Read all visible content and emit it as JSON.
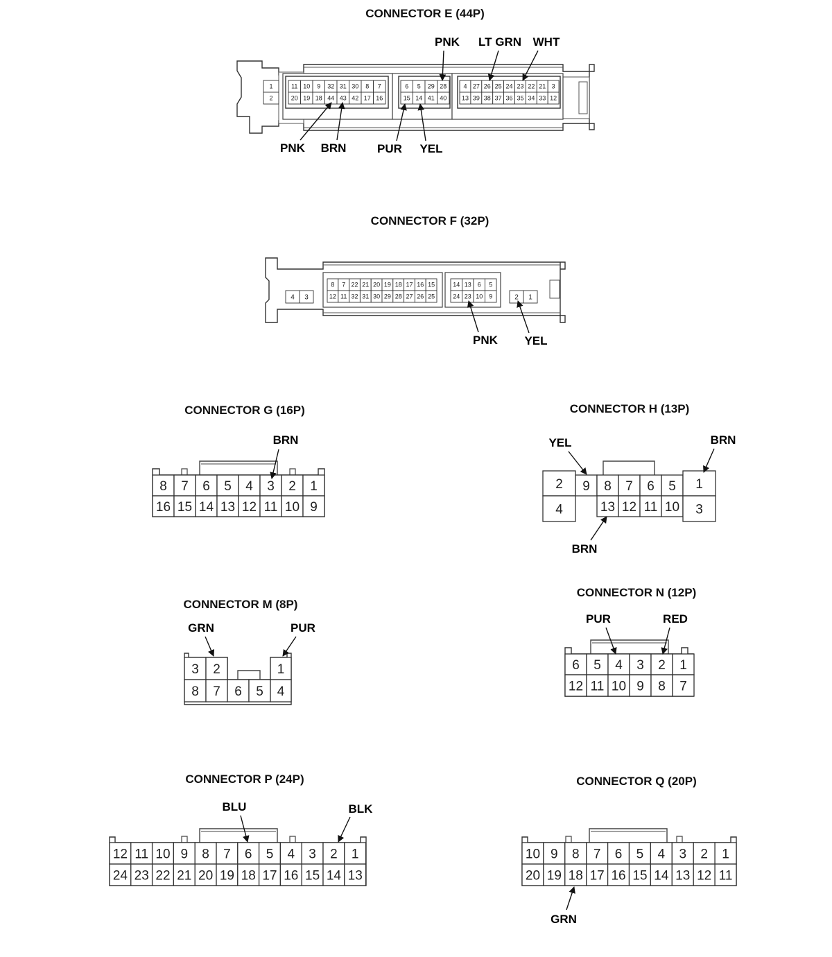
{
  "connectors": {
    "E": {
      "title": "CONNECTOR E (44P)",
      "side_pins": [
        "1",
        "2"
      ],
      "block1": {
        "top": [
          "11",
          "10",
          "9",
          "32",
          "31",
          "30",
          "8",
          "7"
        ],
        "bottom": [
          "20",
          "19",
          "18",
          "44",
          "43",
          "42",
          "17",
          "16"
        ]
      },
      "block2": {
        "top": [
          "6",
          "5",
          "29",
          "28"
        ],
        "bottom": [
          "15",
          "14",
          "41",
          "40"
        ]
      },
      "block3": {
        "top": [
          "4",
          "27",
          "26",
          "25",
          "24",
          "23",
          "22",
          "21",
          "3"
        ],
        "bottom": [
          "13",
          "39",
          "38",
          "37",
          "36",
          "35",
          "34",
          "33",
          "12"
        ]
      },
      "wires": {
        "pin28": "PNK",
        "pin26": "LT GRN",
        "pin23": "WHT",
        "pin44": "PNK",
        "pin43": "BRN",
        "pin15": "PUR",
        "pin14": "YEL"
      }
    },
    "F": {
      "title": "CONNECTOR F (32P)",
      "left_pins": [
        "4",
        "3"
      ],
      "block1": {
        "top": [
          "8",
          "7",
          "22",
          "21",
          "20",
          "19",
          "18",
          "17",
          "16",
          "15"
        ],
        "bottom": [
          "12",
          "11",
          "32",
          "31",
          "30",
          "29",
          "28",
          "27",
          "26",
          "25"
        ]
      },
      "block2": {
        "top": [
          "14",
          "13",
          "6",
          "5"
        ],
        "bottom": [
          "24",
          "23",
          "10",
          "9"
        ]
      },
      "right_pins": [
        "2",
        "1"
      ],
      "wires": {
        "pin23": "PNK",
        "pin2": "YEL"
      }
    },
    "G": {
      "title": "CONNECTOR G (16P)",
      "top": [
        "8",
        "7",
        "6",
        "5",
        "4",
        "3",
        "2",
        "1"
      ],
      "bottom": [
        "16",
        "15",
        "14",
        "13",
        "12",
        "11",
        "10",
        "9"
      ],
      "wires": {
        "pin3": "BRN"
      }
    },
    "H": {
      "title": "CONNECTOR H (13P)",
      "left_big": [
        "2",
        "4"
      ],
      "top": [
        "9",
        "8",
        "7",
        "6",
        "5"
      ],
      "bottom": [
        "13",
        "12",
        "11",
        "10"
      ],
      "right_big": [
        "1",
        "3"
      ],
      "wires": {
        "pin9": "YEL",
        "pin1": "BRN",
        "pin13": "BRN"
      }
    },
    "M": {
      "title": "CONNECTOR M (8P)",
      "top_left": [
        "3",
        "2"
      ],
      "top_right": [
        "1"
      ],
      "bottom": [
        "8",
        "7",
        "6",
        "5",
        "4"
      ],
      "wires": {
        "pin2": "GRN",
        "pin1": "PUR"
      }
    },
    "N": {
      "title": "CONNECTOR N (12P)",
      "top": [
        "6",
        "5",
        "4",
        "3",
        "2",
        "1"
      ],
      "bottom": [
        "12",
        "11",
        "10",
        "9",
        "8",
        "7"
      ],
      "wires": {
        "pin4": "PUR",
        "pin2": "RED"
      }
    },
    "P": {
      "title": "CONNECTOR P (24P)",
      "top": [
        "12",
        "11",
        "10",
        "9",
        "8",
        "7",
        "6",
        "5",
        "4",
        "3",
        "2",
        "1"
      ],
      "bottom": [
        "24",
        "23",
        "22",
        "21",
        "20",
        "19",
        "18",
        "17",
        "16",
        "15",
        "14",
        "13"
      ],
      "wires": {
        "pin6": "BLU",
        "pin2": "BLK"
      }
    },
    "Q": {
      "title": "CONNECTOR Q (20P)",
      "top": [
        "10",
        "9",
        "8",
        "7",
        "6",
        "5",
        "4",
        "3",
        "2",
        "1"
      ],
      "bottom": [
        "20",
        "19",
        "18",
        "17",
        "16",
        "15",
        "14",
        "13",
        "12",
        "11"
      ],
      "wires": {
        "pin18": "GRN"
      }
    }
  }
}
